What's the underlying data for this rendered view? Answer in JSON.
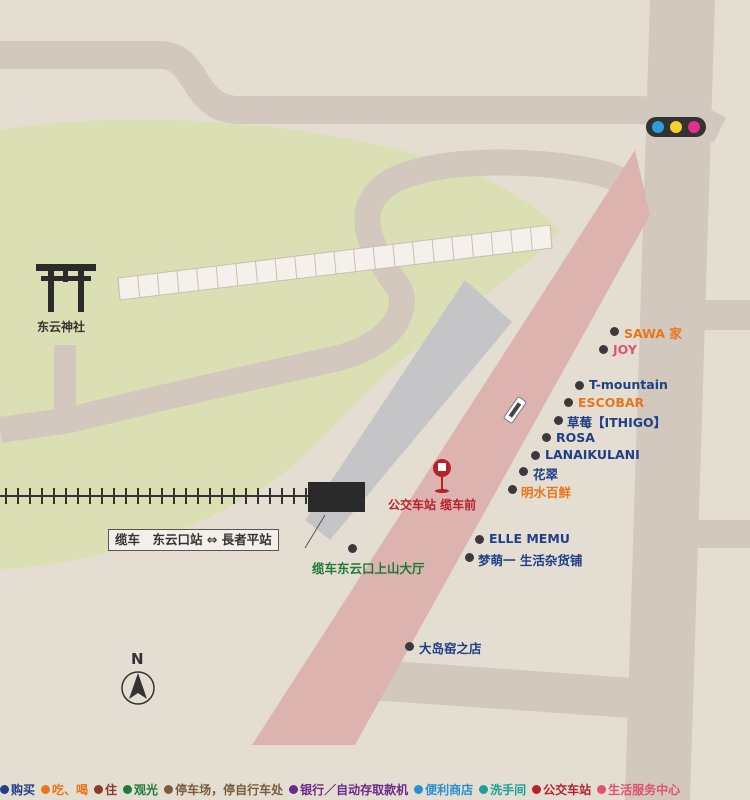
{
  "torii_label": "东云神社",
  "cable_car_label": "缆车　东云口站 ⇔ 長者平站",
  "north_label": "N",
  "bus_stop_label": "公交车站 缆车前",
  "hall_label": "缆车东云口上山大厅",
  "pois": [
    {
      "name": "SAWA 家",
      "category": "eat"
    },
    {
      "name": "JOY",
      "category": "service"
    },
    {
      "name": "T-mountain",
      "category": "buy"
    },
    {
      "name": "ESCOBAR",
      "category": "eat"
    },
    {
      "name": "草莓【ITHIGO】",
      "category": "buy"
    },
    {
      "name": "ROSA",
      "category": "buy"
    },
    {
      "name": "LANAIKULANI",
      "category": "buy"
    },
    {
      "name": "花翠",
      "category": "buy"
    },
    {
      "name": "明水百鲜",
      "category": "eat"
    },
    {
      "name": "ELLE MEMU",
      "category": "buy"
    },
    {
      "name": "梦萌一 生活杂货铺",
      "category": "buy"
    },
    {
      "name": "大岛窑之店",
      "category": "buy"
    }
  ],
  "legend": [
    {
      "label": "购买",
      "color": "#1f3f86"
    },
    {
      "label": "吃、喝",
      "color": "#e8761c"
    },
    {
      "label": "住",
      "color": "#8a3b2e"
    },
    {
      "label": "观光",
      "color": "#1f7a3a"
    },
    {
      "label": "停车场，停自行车处",
      "color": "#7a5c3c"
    },
    {
      "label": "银行／自动存取款机",
      "color": "#6a2a8a"
    },
    {
      "label": "便利商店",
      "color": "#2a8fd0"
    },
    {
      "label": "洗手间",
      "color": "#1aa09a"
    },
    {
      "label": "公交车站",
      "color": "#b8202a"
    },
    {
      "label": "生活服务中心",
      "color": "#e0516e"
    }
  ],
  "colors": {
    "background": "#e4ded2",
    "road": "#d2c8bd",
    "green_area": "#d8e0b0",
    "main_road": "#ddb3b0",
    "station_building": "#c5c5c8"
  },
  "icons": {
    "torii": "torii-icon",
    "north_arrow": "north-arrow-icon",
    "traffic_light": "traffic-light-icon",
    "bus_stop": "bus-stop-icon",
    "cable_car": "cable-car-icon"
  }
}
